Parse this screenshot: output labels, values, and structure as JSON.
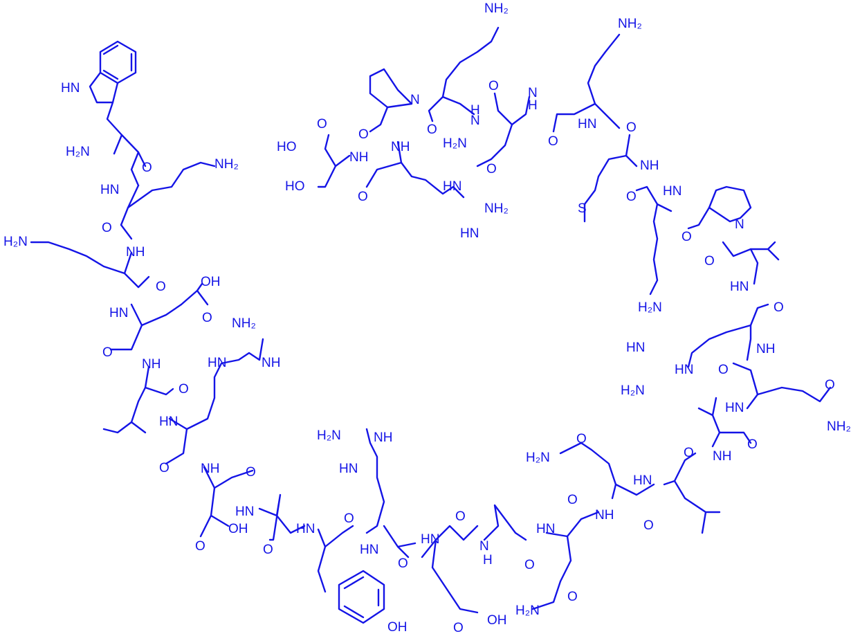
{
  "molecule": {
    "atom_labels": {
      "trp_nh": "HN",
      "trp_nh2": "H₂N",
      "trp_o": "O",
      "lys1_nh": "HN",
      "lys1_nh2": "NH₂",
      "lys1_o": "O",
      "lys2_nh": "NH",
      "lys2_nh2": "H₂N",
      "lys2_o": "O",
      "glu1_nh": "HN",
      "glu1_oh": "OH",
      "glu1_o": "O",
      "glu1_co": "O",
      "leu1_nh": "NH",
      "leu1_o": "O",
      "arg1_hn": "HN",
      "arg1_nh2": "NH₂",
      "arg1_nh": "NH",
      "arg1_hn2": "HN",
      "arg1_o": "O",
      "asp_nh": "NH",
      "asp_o": "O",
      "asp_oh": "OH",
      "asp_co": "O",
      "ala1_hn": "HN",
      "ala1_o": "O",
      "tyr_hn": "HN",
      "tyr_o": "O",
      "tyr_oh": "OH",
      "arg2_h2n": "H₂N",
      "arg2_nh": "NH",
      "arg2_hn": "HN",
      "arg2_hn2": "HN",
      "arg2_o": "O",
      "glu2_hn": "HN",
      "glu2_o": "O",
      "glu2_oh": "OH",
      "glu2_co": "O",
      "ala2_n": "N",
      "ala2_h": "H",
      "ala2_o": "O",
      "gln1_hn": "HN",
      "gln1_o": "O",
      "gln1_h2n": "H₂N",
      "gln1_co": "O",
      "gln2_nh": "NH",
      "gln2_o": "O",
      "gln2_h2n": "H₂N",
      "gln2_co": "O",
      "leu2_hn": "HN",
      "leu2_o": "O",
      "val1_nh": "NH",
      "val1_o": "O",
      "gln3_hn": "HN",
      "gln3_o": "O",
      "gln3_nh2": "NH₂",
      "gln3_co": "O",
      "arg3_nh": "NH",
      "arg3_o": "O",
      "arg3_hn": "HN",
      "arg3_hn2": "HN",
      "arg3_h2n": "H₂N",
      "val2_hn": "HN",
      "val2_o": "O",
      "pro2_n": "N",
      "pro2_o": "O",
      "lys3_hn": "HN",
      "lys3_h2n": "H₂N",
      "lys3_o": "O",
      "met_nh": "NH",
      "met_s": "S",
      "met_o": "O",
      "lys4_hn": "HN",
      "lys4_nh2": "NH₂",
      "lys4_o": "O",
      "asn_nh": "N",
      "asn_h": "H",
      "asn_o": "O",
      "asn_h2n": "H₂N",
      "asn_co": "O",
      "lys5_nh2": "NH₂",
      "lys5_n": "N",
      "lys5_h": "H",
      "lys5_o": "O",
      "pro1_n": "N",
      "pro1_o": "O",
      "arg4_nh": "NH",
      "arg4_o": "O",
      "arg4_hn": "HN",
      "arg4_nh2": "NH₂",
      "arg4_hn2": "HN",
      "ser_nh": "NH",
      "ser_o": "O",
      "ser_ho": "HO",
      "ser_ho2": "HO"
    }
  }
}
